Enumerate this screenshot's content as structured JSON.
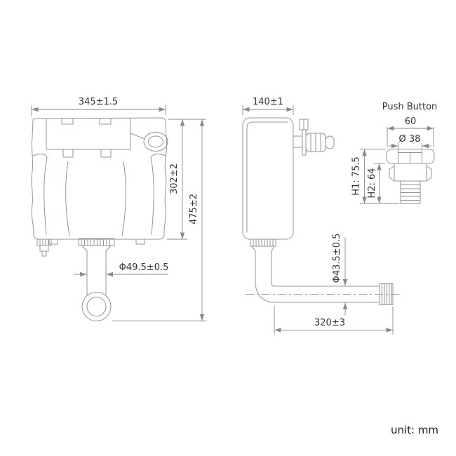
{
  "front_view": {
    "width_dim": "345±1.5",
    "body_height_dim": "302±2",
    "total_height_dim": "475±2",
    "outlet_diameter_dim": "Φ49.5±0.5"
  },
  "side_view": {
    "depth_dim": "140±1",
    "pipe_diameter_dim": "Φ43.5±0.5",
    "pipe_length_dim": "320±3"
  },
  "push_button": {
    "title": "Push Button",
    "width_dim": "60",
    "button_diameter_dim": "Ø 38",
    "height1_dim": "H1: 75.5",
    "height2_dim": "H2: 64"
  },
  "footer": {
    "unit_note": "unit: mm"
  },
  "colors": {
    "background": "#ffffff",
    "drawing_line": "#949494",
    "dimension_line": "#8a8a8a",
    "text": "#333333"
  }
}
